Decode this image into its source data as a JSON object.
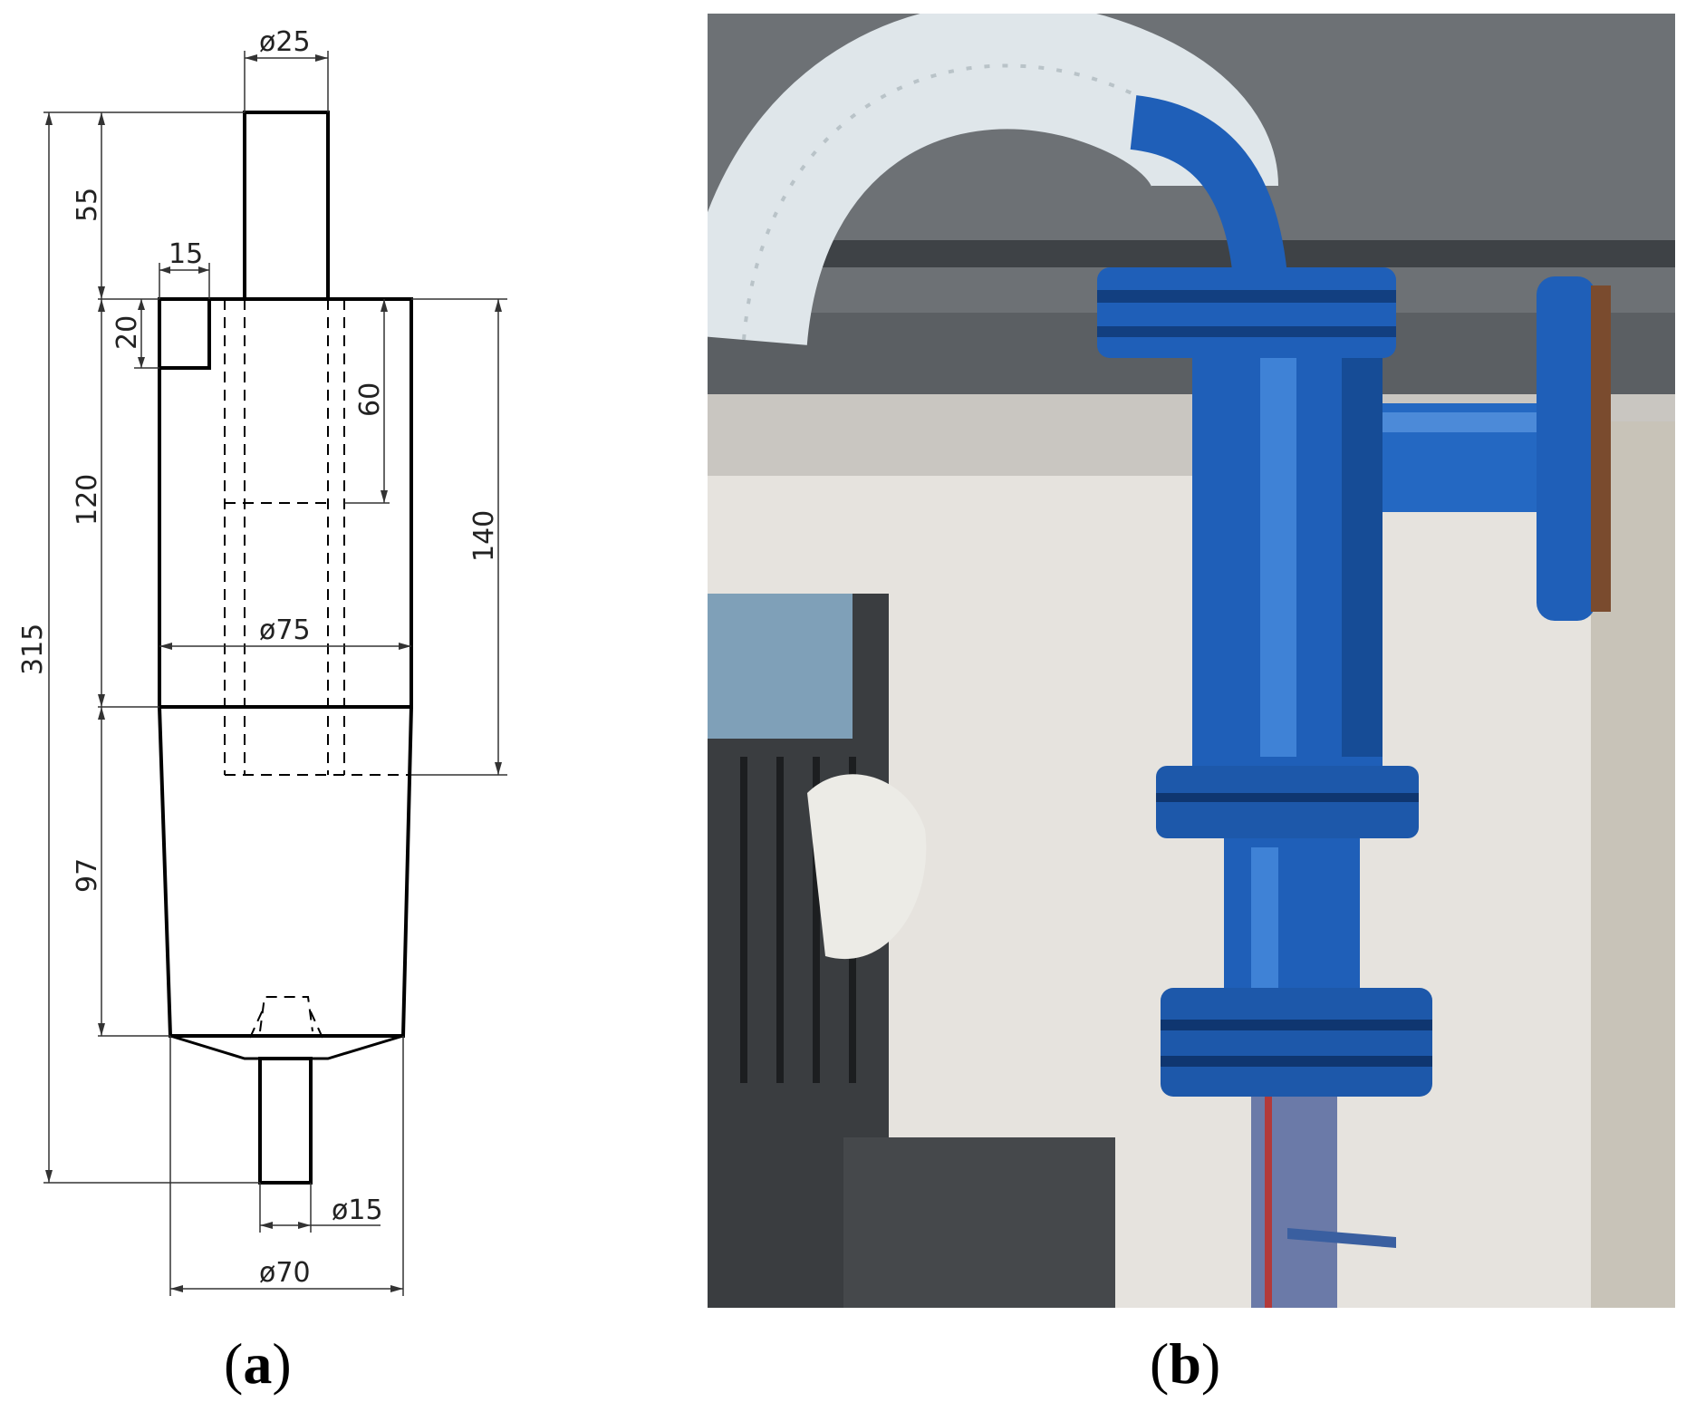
{
  "panels": [
    {
      "id": "a",
      "label": "a"
    },
    {
      "id": "b",
      "label": "b"
    }
  ],
  "drawing": {
    "dimensions": {
      "top_diameter": "ø25",
      "top_length": "55",
      "side_inlet_width": "15",
      "side_inlet_height": "20",
      "cylinder_length": "120",
      "overflow_pipe_depth": "60",
      "body_diameter": "ø75",
      "insert_length": "140",
      "total_length": "315",
      "cone_length": "97",
      "underflow_diameter": "ø15",
      "cone_bottom_diameter": "ø70"
    }
  },
  "photo": {
    "colors": {
      "pipe": "#1f5fb8",
      "pipe_dark": "#123f80",
      "wall": "#e6e3de",
      "hose": "#dde3e6"
    }
  }
}
